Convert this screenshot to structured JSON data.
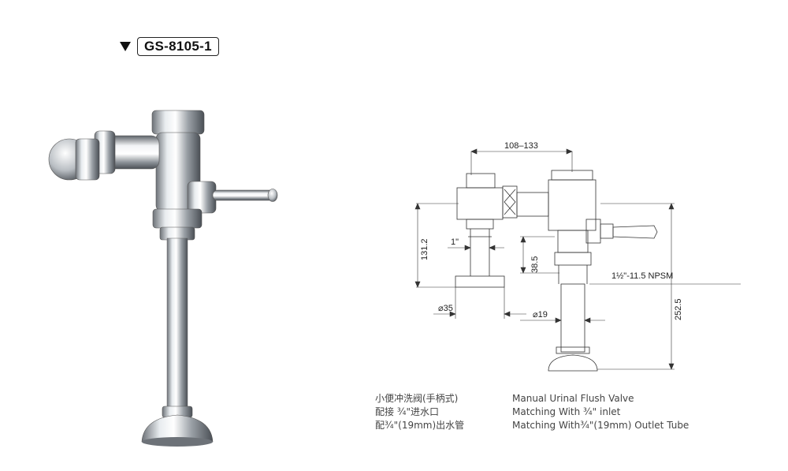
{
  "header": {
    "model": "GS-8105-1"
  },
  "dimensions": {
    "width_top": "108–133",
    "height_left": "131.2",
    "inlet": "1\"",
    "mid_height": "38.5",
    "thread": "1½\"-11.5 NPSM",
    "base_dia": "⌀35",
    "tube_dia": "⌀19",
    "total_height": "252.5"
  },
  "captions": {
    "cn": [
      "小便冲洗阀(手柄式)",
      "配接 ¾\"进水口",
      "配¾\"(19mm)出水管"
    ],
    "en": [
      "Manual Urinal Flush Valve",
      "Matching With  ¾\" inlet",
      "Matching With¾\"(19mm) Outlet Tube"
    ]
  }
}
